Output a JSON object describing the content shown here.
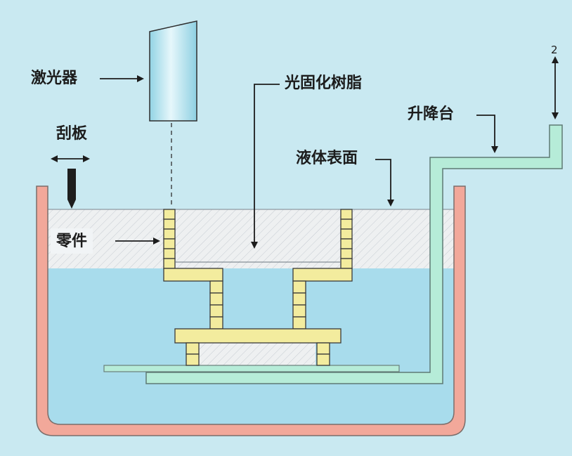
{
  "labels": {
    "laser": "激光器",
    "resin": "光固化树脂",
    "scraper": "刮板",
    "liquid_surface": "液体表面",
    "platform": "升降台",
    "part": "零件",
    "direction_number": "2"
  },
  "colors": {
    "background": "#c9e9f1",
    "liquid": "#a8dcec",
    "cured_layer": "#eef0f1",
    "tank_wall": "#f2a89a",
    "part": "#f3ec9e",
    "platform": "#b6ecd8",
    "laser_body": "#b6e6f0"
  }
}
